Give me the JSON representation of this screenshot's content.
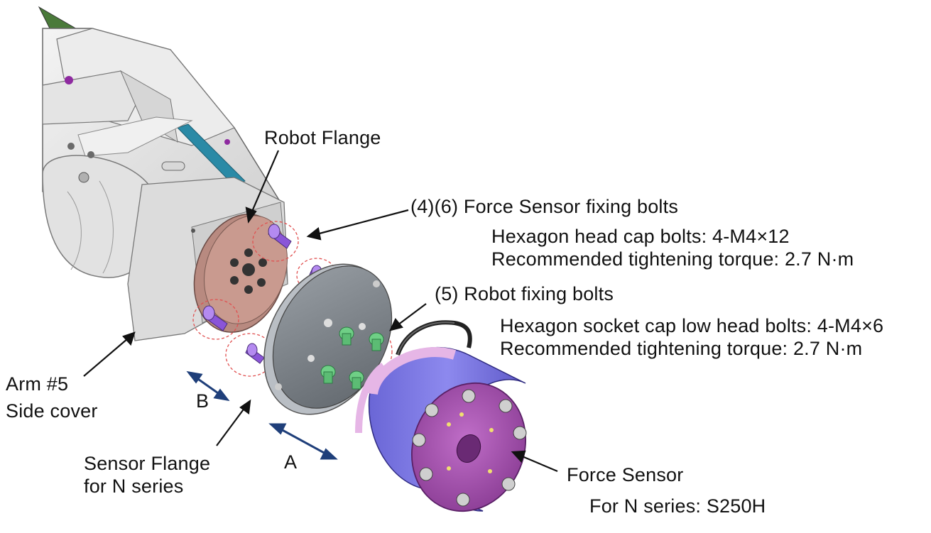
{
  "labels": {
    "robot_flange": "Robot Flange",
    "fixing_bolts_title": "(4)(6)  Force Sensor fixing bolts",
    "fixing_bolts_spec": "Hexagon head cap bolts: 4-M4×12",
    "fixing_bolts_torque": "Recommended tightening torque: 2.7 N·m",
    "robot_bolts_title": "(5)  Robot fixing bolts",
    "robot_bolts_spec": "Hexagon socket cap low head bolts: 4-M4×6",
    "robot_bolts_torque": "Recommended tightening torque: 2.7 N·m",
    "arm_line1": "Arm #5",
    "arm_line2": "Side cover",
    "arrow_b": "B",
    "arrow_a": "A",
    "sensor_flange_line1": "Sensor Flange",
    "sensor_flange_line2": "for N series",
    "force_sensor": "Force Sensor",
    "force_sensor_model": "For N series: S250H"
  },
  "colors": {
    "arrow_navy": "#1f3f7a",
    "robot_flange": "#c99a8f",
    "sensor_body": "#7b76e0",
    "sensor_face": "#a04ea8",
    "bolt_purple": "#8a55d8",
    "bolt_green": "#6fcf86"
  }
}
